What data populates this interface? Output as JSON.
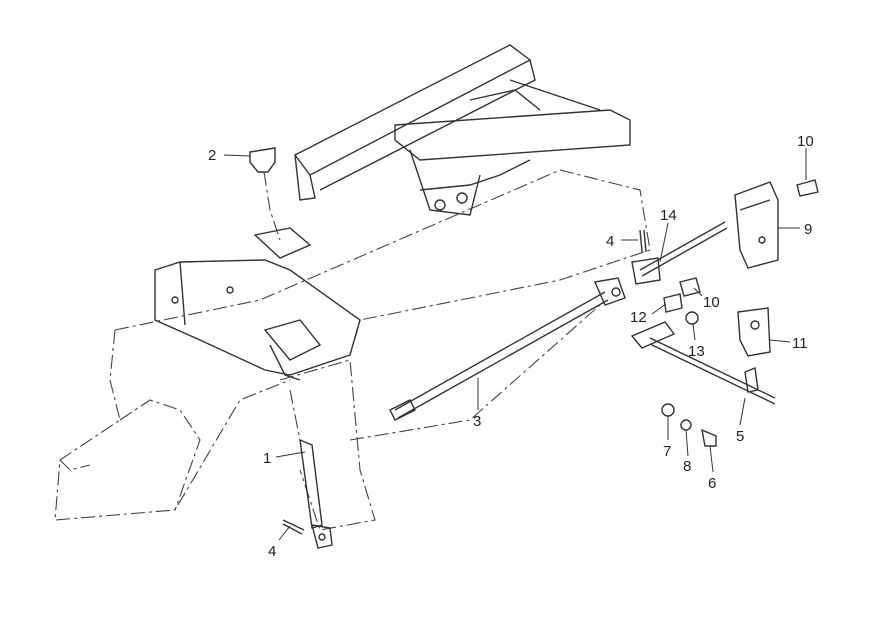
{
  "diagram": {
    "type": "exploded-parts-diagram",
    "line_color": "#333333",
    "callouts": [
      {
        "id": "c1",
        "label": "1"
      },
      {
        "id": "c2",
        "label": "2"
      },
      {
        "id": "c3",
        "label": "3"
      },
      {
        "id": "c4a",
        "label": "4"
      },
      {
        "id": "c4b",
        "label": "4"
      },
      {
        "id": "c5",
        "label": "5"
      },
      {
        "id": "c6",
        "label": "6"
      },
      {
        "id": "c7",
        "label": "7"
      },
      {
        "id": "c8",
        "label": "8"
      },
      {
        "id": "c9",
        "label": "9"
      },
      {
        "id": "c10a",
        "label": "10"
      },
      {
        "id": "c10b",
        "label": "10"
      },
      {
        "id": "c11",
        "label": "11"
      },
      {
        "id": "c12",
        "label": "12"
      },
      {
        "id": "c13",
        "label": "13"
      },
      {
        "id": "c14",
        "label": "14"
      }
    ]
  }
}
